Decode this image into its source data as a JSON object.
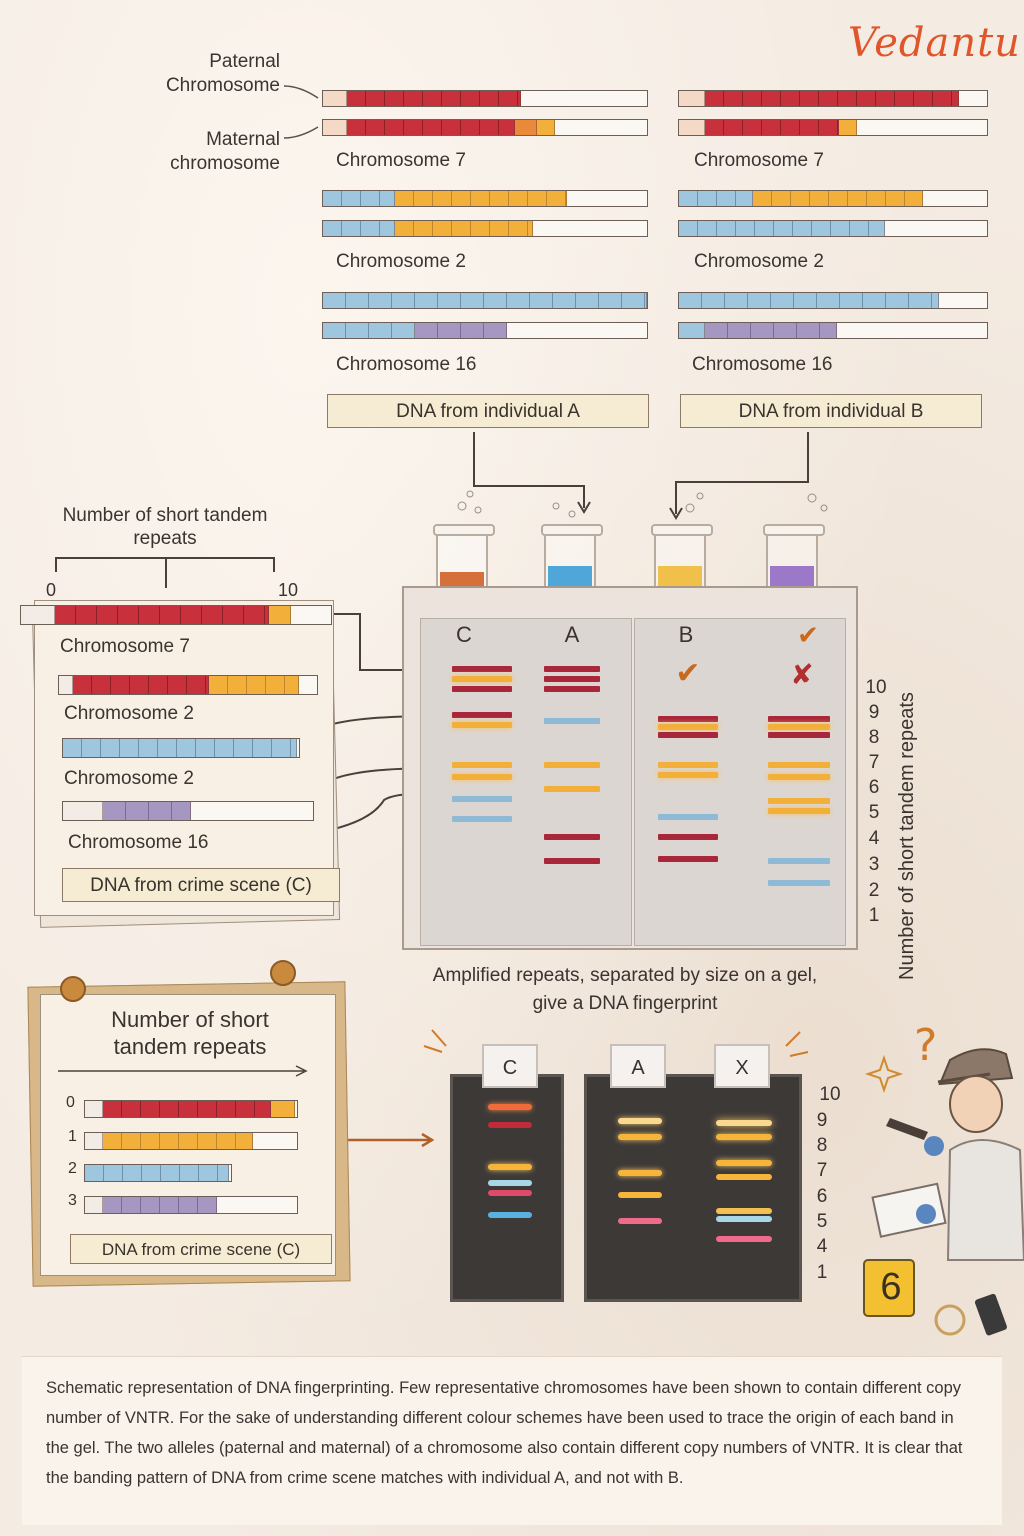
{
  "brand": "Vedantu",
  "labels": {
    "paternal": "Paternal Chromosome",
    "maternal": "Maternal chromosome",
    "chr7": "Chromosome 7",
    "chr2": "Chromosome 2",
    "chr16": "Chromosome 16",
    "dna_a": "DNA from individual A",
    "dna_b": "DNA from individual B",
    "str_title": "Number of short tandem repeats",
    "scale_min": "0",
    "scale_max": "10",
    "dna_c": "DNA from crime scene (C)",
    "gel_caption": "Amplified repeats, separated by size on a gel, give a DNA fingerprint",
    "y_axis": "Number of short tandem repeats",
    "evidence_marker": "6"
  },
  "gel1": {
    "lanes": [
      "C",
      "A",
      "B",
      "✔"
    ],
    "marks": {
      "b_check": "✔",
      "d_cross": "✘"
    },
    "numbers": [
      "10",
      "9",
      "8",
      "7",
      "6",
      "5",
      "4",
      "3",
      "2",
      "1"
    ]
  },
  "gel2": {
    "lanes": [
      "C",
      "A",
      "X"
    ],
    "numbers": [
      "10",
      "9",
      "8",
      "7",
      "6",
      "5",
      "4",
      "1"
    ]
  },
  "note2": {
    "title": "Number of short tandem repeats",
    "rows": [
      "0",
      "1",
      "2",
      "3"
    ],
    "label": "DNA from crime scene (C)"
  },
  "caption": "Schematic representation of DNA fingerprinting. Few representative chromosomes have been shown to contain different copy number of VNTR. For the sake of understanding different colour schemes have been used to trace the origin of each band in the gel. The two alleles (paternal and maternal) of a chromosome also contain different copy numbers of VNTR. It is clear that the banding pattern of DNA from crime scene matches with individual A, and not with B.",
  "colors": {
    "red": "#c8303c",
    "orange": "#f2b03a",
    "blue": "#9fc6df",
    "purple": "#a696c2",
    "accent": "#e0552a"
  }
}
